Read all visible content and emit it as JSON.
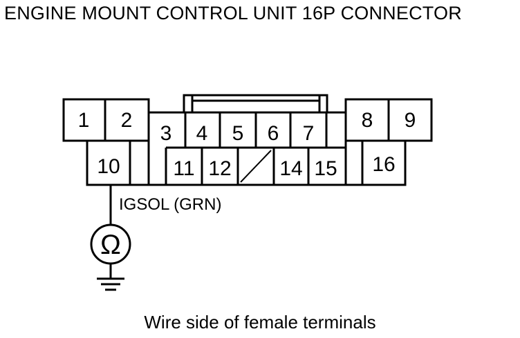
{
  "title": "ENGINE MOUNT CONTROL UNIT 16P CONNECTOR",
  "footer": "Wire side of female terminals",
  "wire": {
    "label": "IGSOL (GRN)",
    "terminal": "10"
  },
  "meter": {
    "symbol": "Ω"
  },
  "terminals": {
    "t1": "1",
    "t2": "2",
    "t3": "3",
    "t4": "4",
    "t5": "5",
    "t6": "6",
    "t7": "7",
    "t8": "8",
    "t9": "9",
    "t10": "10",
    "t11": "11",
    "t12": "12",
    "t14": "14",
    "t15": "15",
    "t16": "16"
  }
}
